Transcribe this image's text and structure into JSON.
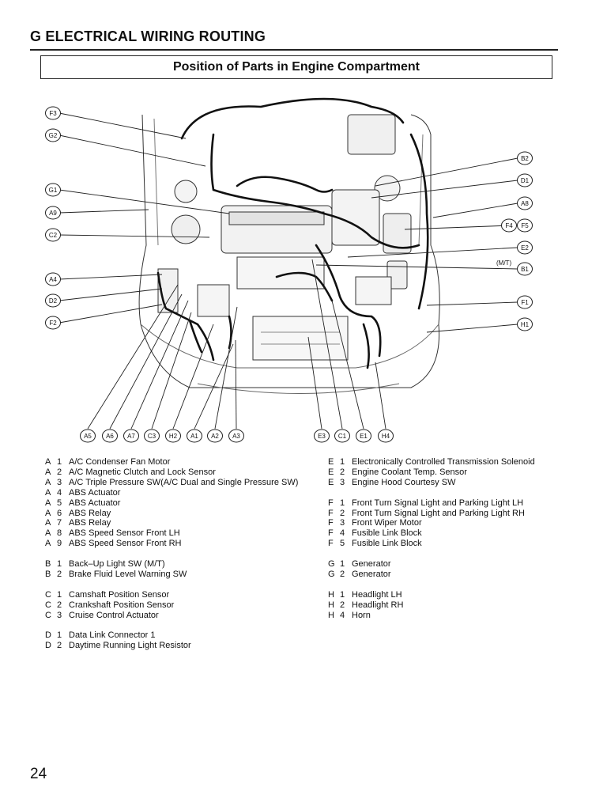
{
  "header": {
    "section_title": "G  ELECTRICAL WIRING ROUTING",
    "subtitle": "Position of Parts in Engine Compartment"
  },
  "diagram": {
    "callouts_left": [
      "F3",
      "G2",
      "G1",
      "A9",
      "C2",
      "A4",
      "D2",
      "F2"
    ],
    "callouts_right": [
      "B2",
      "D1",
      "A8",
      "F4",
      "F5",
      "E2",
      "B1",
      "F1",
      "H1"
    ],
    "callouts_bottom": [
      "A5",
      "A6",
      "A7",
      "C3",
      "H2",
      "A1",
      "A2",
      "A3",
      "E3",
      "C1",
      "E1",
      "H4"
    ],
    "annotation_mt": "(M/T)"
  },
  "legend_left": [
    [
      {
        "letter": "A",
        "num": "1",
        "text": "A/C Condenser Fan Motor"
      },
      {
        "letter": "A",
        "num": "2",
        "text": "A/C Magnetic Clutch and Lock Sensor"
      },
      {
        "letter": "A",
        "num": "3",
        "text": "A/C Triple Pressure SW(A/C Dual and Single Pressure SW)"
      },
      {
        "letter": "A",
        "num": "4",
        "text": "ABS Actuator"
      },
      {
        "letter": "A",
        "num": "5",
        "text": "ABS Actuator"
      },
      {
        "letter": "A",
        "num": "6",
        "text": "ABS Relay"
      },
      {
        "letter": "A",
        "num": "7",
        "text": "ABS Relay"
      },
      {
        "letter": "A",
        "num": "8",
        "text": "ABS Speed Sensor Front LH"
      },
      {
        "letter": "A",
        "num": "9",
        "text": "ABS Speed Sensor Front RH"
      }
    ],
    [
      {
        "letter": "B",
        "num": "1",
        "text": "Back–Up Light SW (M/T)"
      },
      {
        "letter": "B",
        "num": "2",
        "text": "Brake Fluid Level Warning SW"
      }
    ],
    [
      {
        "letter": "C",
        "num": "1",
        "text": "Camshaft Position Sensor"
      },
      {
        "letter": "C",
        "num": "2",
        "text": "Crankshaft Position Sensor"
      },
      {
        "letter": "C",
        "num": "3",
        "text": "Cruise Control Actuator"
      }
    ],
    [
      {
        "letter": "D",
        "num": "1",
        "text": "Data Link Connector 1"
      },
      {
        "letter": "D",
        "num": "2",
        "text": "Daytime Running Light Resistor"
      }
    ]
  ],
  "legend_right": [
    [
      {
        "letter": "E",
        "num": "1",
        "text": "Electronically Controlled Transmission Solenoid"
      },
      {
        "letter": "E",
        "num": "2",
        "text": "Engine Coolant Temp. Sensor"
      },
      {
        "letter": "E",
        "num": "3",
        "text": "Engine Hood Courtesy SW"
      }
    ],
    [
      {
        "letter": "F",
        "num": "1",
        "text": "Front Turn Signal Light and Parking Light LH"
      },
      {
        "letter": "F",
        "num": "2",
        "text": "Front Turn Signal Light and Parking Light RH"
      },
      {
        "letter": "F",
        "num": "3",
        "text": "Front Wiper Motor"
      },
      {
        "letter": "F",
        "num": "4",
        "text": "Fusible Link Block"
      },
      {
        "letter": "F",
        "num": "5",
        "text": "Fusible Link Block"
      }
    ],
    [
      {
        "letter": "G",
        "num": "1",
        "text": "Generator"
      },
      {
        "letter": "G",
        "num": "2",
        "text": "Generator"
      }
    ],
    [
      {
        "letter": "H",
        "num": "1",
        "text": "Headlight LH"
      },
      {
        "letter": "H",
        "num": "2",
        "text": "Headlight RH"
      },
      {
        "letter": "H",
        "num": "4",
        "text": "Horn"
      }
    ]
  ],
  "page_number": "24"
}
